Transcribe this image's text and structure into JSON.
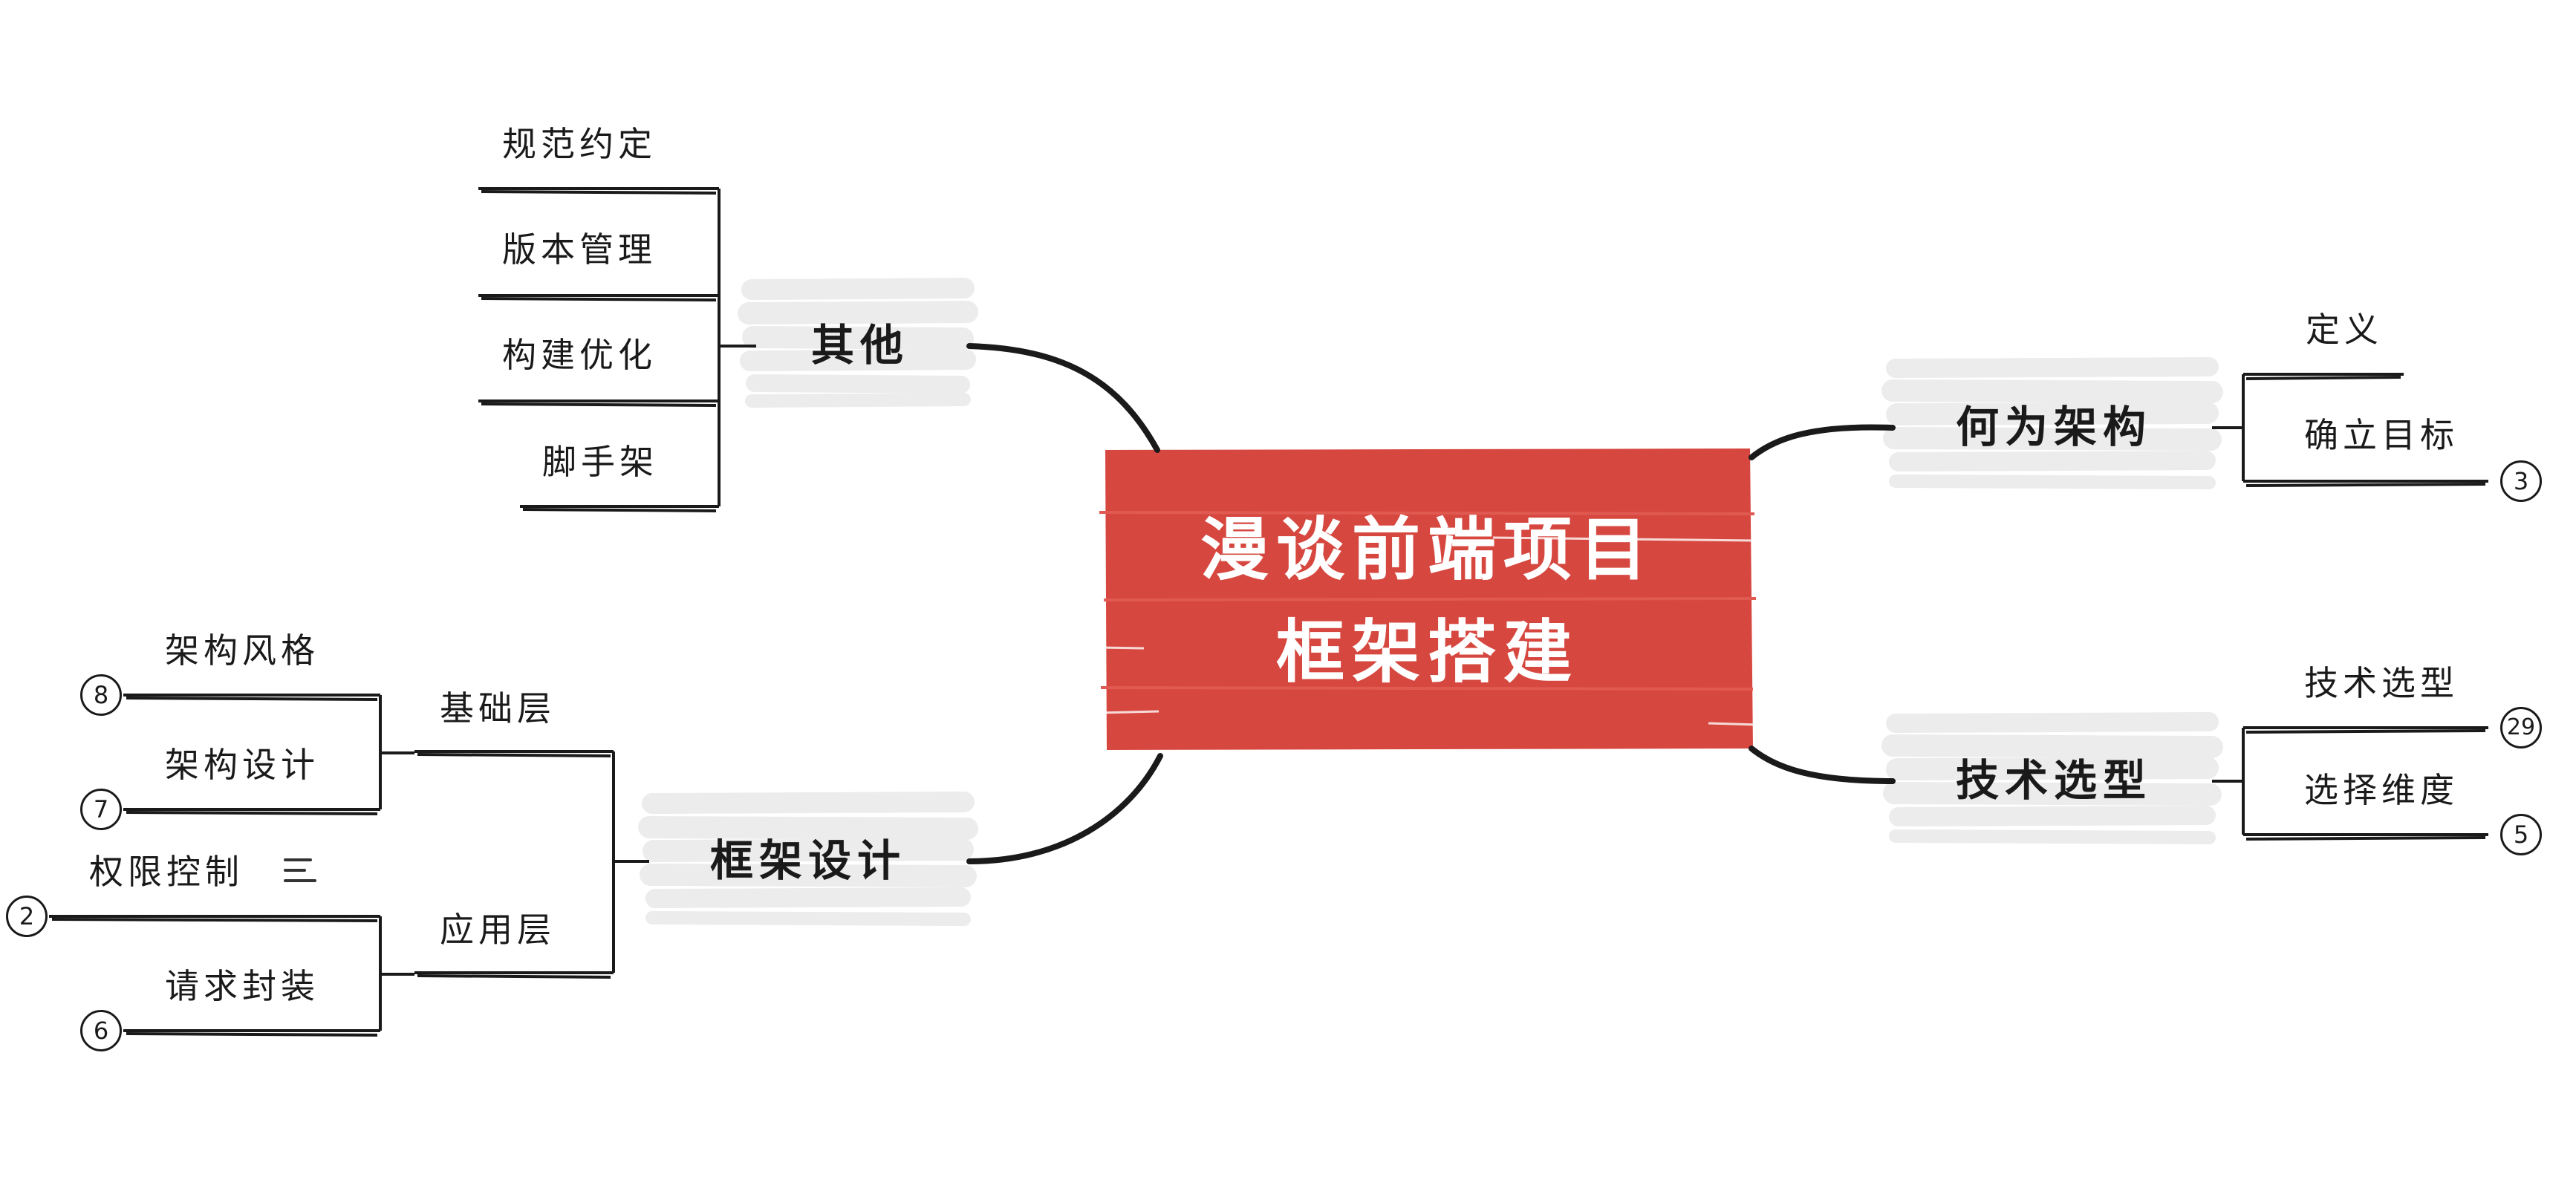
{
  "central": {
    "line1": "漫谈前端项目",
    "line2": "框架搭建"
  },
  "branches": {
    "qita": {
      "label": "其他",
      "children": [
        "规范约定",
        "版本管理",
        "构建优化",
        "脚手架"
      ]
    },
    "hewei": {
      "label": "何为架构",
      "children": [
        "定义",
        "确立目标"
      ],
      "badges": [
        "3"
      ]
    },
    "jishu": {
      "label": "技术选型",
      "children": [
        "技术选型",
        "选择维度"
      ],
      "badges": [
        "29",
        "5"
      ]
    },
    "kuangjia": {
      "label": "框架设计",
      "jichu": {
        "label": "基础层",
        "children": [
          "架构风格",
          "架构设计"
        ],
        "badges": [
          "8",
          "7"
        ]
      },
      "yingyong": {
        "label": "应用层",
        "children": [
          "权限控制",
          "请求封装"
        ],
        "badges": [
          "2",
          "6"
        ]
      }
    }
  },
  "colors": {
    "central_fill": "#d6473f",
    "branch_fill": "#ececec",
    "line": "#1a1a1a"
  }
}
